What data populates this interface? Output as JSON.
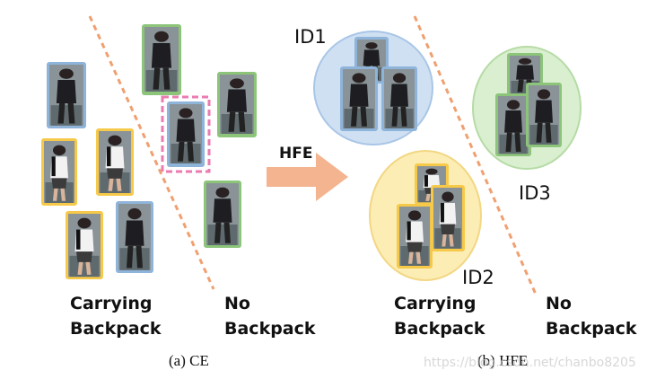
{
  "colors": {
    "blue": "#8fb4da",
    "yellow": "#f7c948",
    "green": "#8cc47a",
    "pink": "#ea7bb0",
    "orange_dash": "#f0a070",
    "arrow": "#f3b48f",
    "blue_fill": "#cfe0f3",
    "yellow_fill": "#fcedb5",
    "green_fill": "#d9efcf"
  },
  "panel_a": {
    "left_label": [
      "Carrying",
      "Backpack"
    ],
    "right_label": [
      "No",
      "Backpack"
    ],
    "caption": "(a) CE"
  },
  "arrow_label": "HFE",
  "panel_b": {
    "clusters": [
      {
        "id": "ID1"
      },
      {
        "id": "ID2"
      },
      {
        "id": "ID3"
      }
    ],
    "left_label": [
      "Carrying",
      "Backpack"
    ],
    "right_label": [
      "No",
      "Backpack"
    ],
    "caption": "(b) HFE"
  },
  "watermark": "https://blog.csdn.net/chanbo8205",
  "icons": [
    "person-thumbnail-icon",
    "right-arrow-icon"
  ]
}
